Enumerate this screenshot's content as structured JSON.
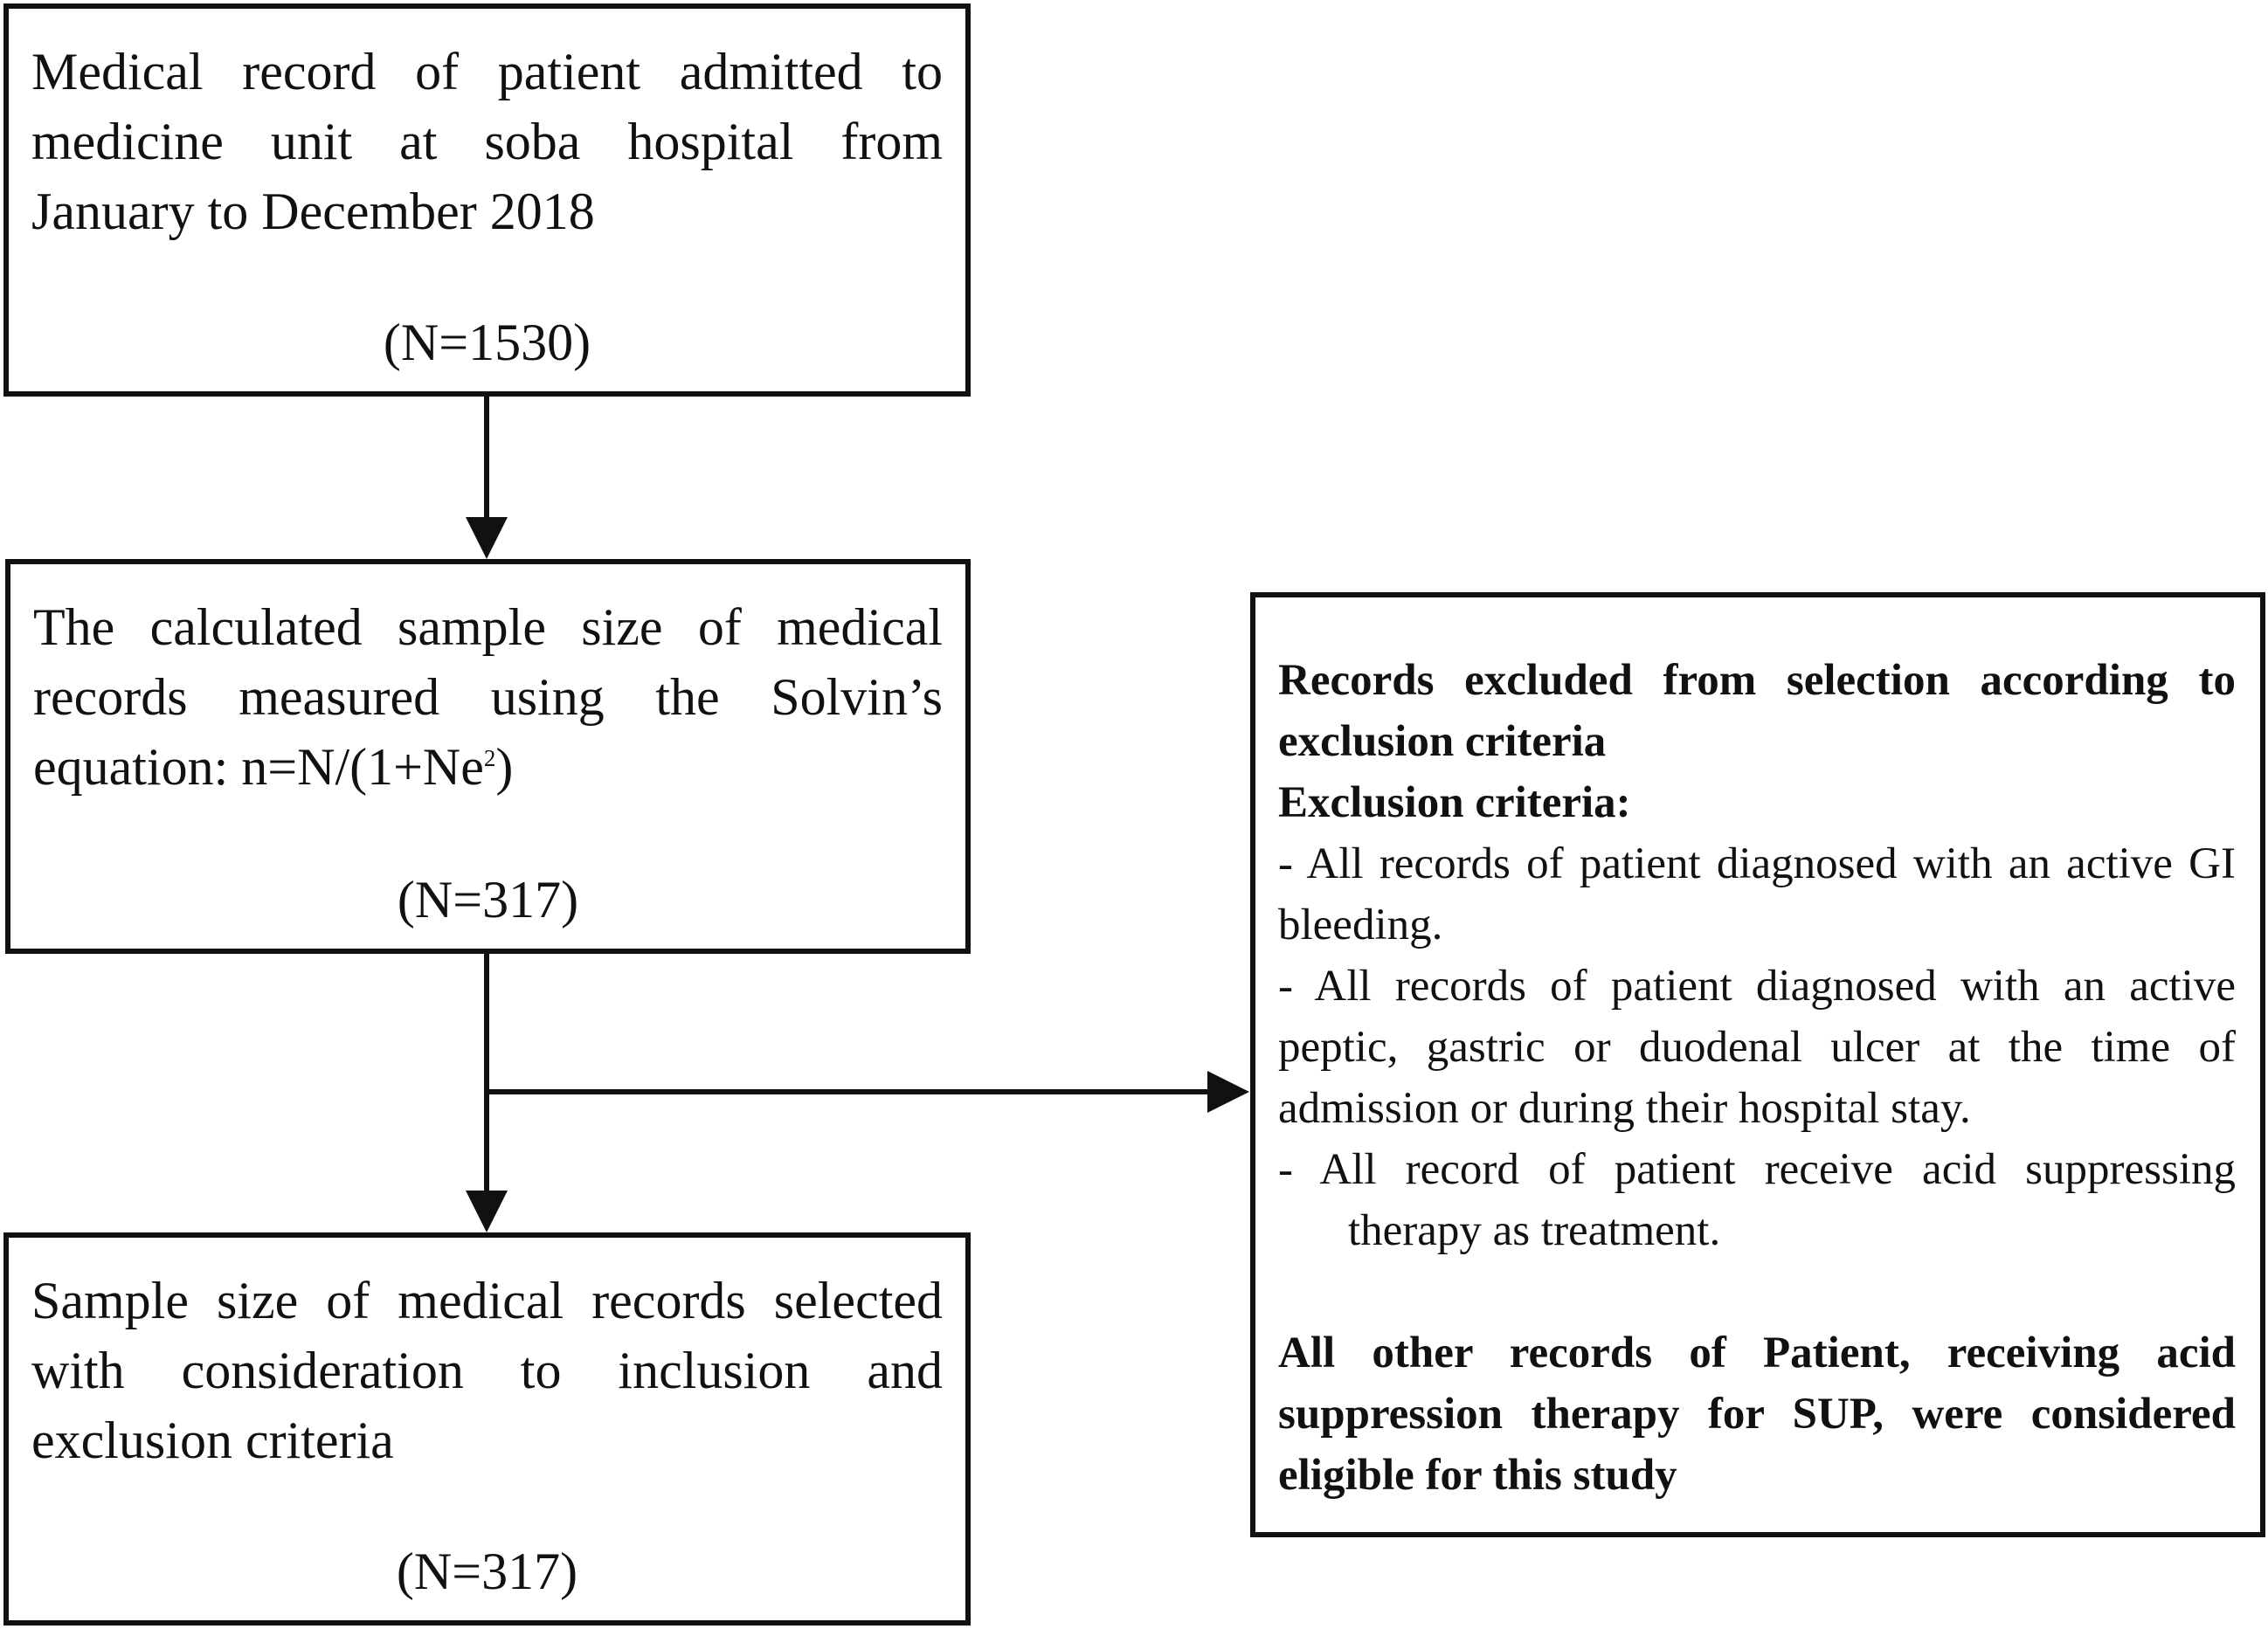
{
  "flowchart": {
    "box_population": {
      "text": "Medical record of patient admitted to medicine unit at soba hospital from January to December 2018",
      "count": "(N=1530)"
    },
    "box_sample_size": {
      "text": "The calculated sample size of medical records measured using the Solvin’s equation: n=N/(1+Ne",
      "superscript": "2",
      "text_end": ")",
      "count": "(N=317)"
    },
    "box_selected": {
      "text": "Sample size of medical records selected with consideration to inclusion and exclusion criteria",
      "count": "(N=317)"
    },
    "box_exclusion": {
      "heading": "Records excluded from selection according to exclusion criteria",
      "criteria_title": "Exclusion criteria:",
      "criteria": [
        "- All records of patient diagnosed with an active GI bleeding.",
        "- All records of patient diagnosed with an active peptic, gastric or duodenal ulcer at the time of admission or during their hospital stay.",
        "- All record of patient receive acid suppressing therapy as treatment."
      ],
      "eligible": "All other records of Patient, receiving acid suppression therapy for SUP, were considered eligible for this study"
    }
  }
}
